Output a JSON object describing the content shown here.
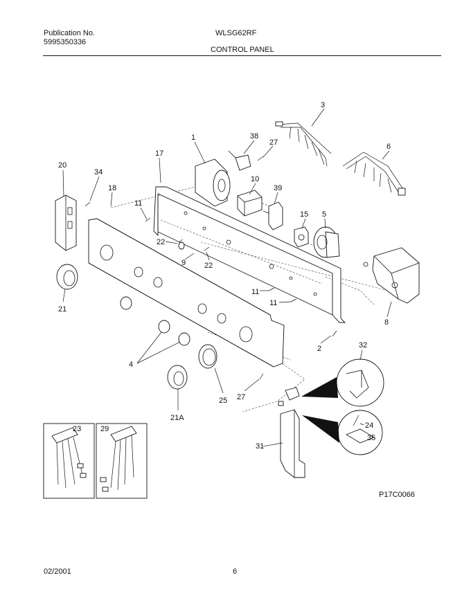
{
  "header": {
    "publication_label": "Publication No.",
    "publication_number": "5995350336",
    "model": "WLSG62RF",
    "section_title": "CONTROL PANEL"
  },
  "diagram": {
    "figure_code": "P17C0066",
    "callouts": [
      {
        "id": "c3",
        "text": "3"
      },
      {
        "id": "c1",
        "text": "1"
      },
      {
        "id": "c38",
        "text": "38"
      },
      {
        "id": "c27a",
        "text": "27"
      },
      {
        "id": "c6",
        "text": "6"
      },
      {
        "id": "c17",
        "text": "17"
      },
      {
        "id": "c20",
        "text": "20"
      },
      {
        "id": "c34",
        "text": "34"
      },
      {
        "id": "c18",
        "text": "18"
      },
      {
        "id": "c10",
        "text": "10"
      },
      {
        "id": "c39",
        "text": "39"
      },
      {
        "id": "c11a",
        "text": "11"
      },
      {
        "id": "c15",
        "text": "15"
      },
      {
        "id": "c5",
        "text": "5"
      },
      {
        "id": "c22a",
        "text": "22"
      },
      {
        "id": "c9",
        "text": "9"
      },
      {
        "id": "c22b",
        "text": "22"
      },
      {
        "id": "c11b",
        "text": "11"
      },
      {
        "id": "c11c",
        "text": "11"
      },
      {
        "id": "c21",
        "text": "21"
      },
      {
        "id": "c8",
        "text": "8"
      },
      {
        "id": "c2",
        "text": "2"
      },
      {
        "id": "c32",
        "text": "32"
      },
      {
        "id": "c4",
        "text": "4"
      },
      {
        "id": "c27b",
        "text": "27"
      },
      {
        "id": "c25",
        "text": "25"
      },
      {
        "id": "c21a",
        "text": "21A"
      },
      {
        "id": "c24",
        "text": "24"
      },
      {
        "id": "c35",
        "text": "35"
      },
      {
        "id": "c31",
        "text": "31"
      },
      {
        "id": "c23",
        "text": "23"
      },
      {
        "id": "c29",
        "text": "29"
      }
    ]
  },
  "footer": {
    "date": "02/2001",
    "page_number": "6"
  }
}
